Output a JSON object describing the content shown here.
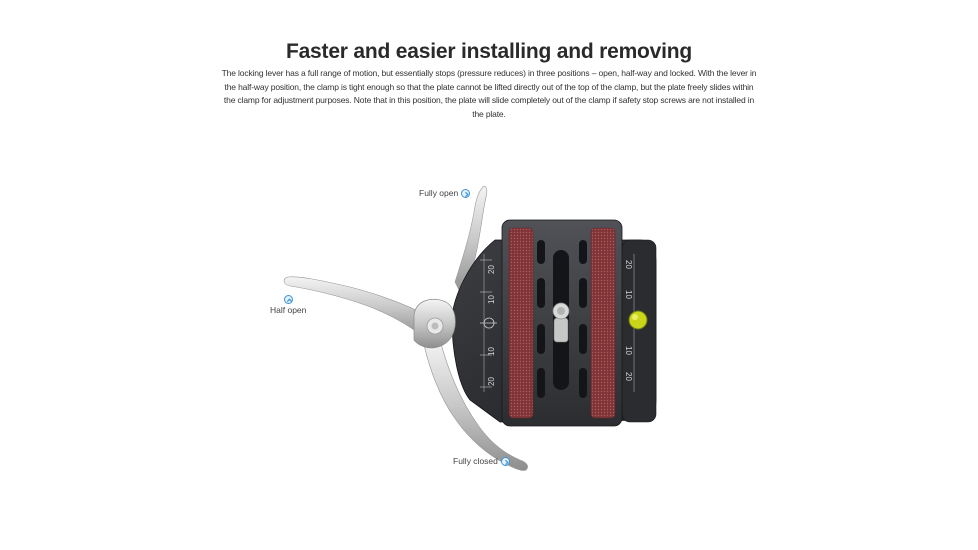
{
  "header": {
    "title": "Faster and easier installing and removing",
    "description": "The locking lever has a full range of motion, but essentially stops (pressure reduces) in three positions – open, half-way and locked. With the lever in the half-way position, the clamp is tight enough so that the plate cannot be lifted directly out of the top of the clamp, but the plate freely slides within the clamp for adjustment purposes. Note that in this position, the plate will slide completely out of the clamp if safety stop screws are not installed in the plate."
  },
  "callouts": {
    "fully_open": "Fully open",
    "half_open": "Half open",
    "fully_closed": "Fully closed"
  },
  "scale": {
    "left_labels": [
      "20",
      "10",
      "10",
      "20"
    ],
    "right_labels": [
      "20",
      "10",
      "10",
      "20"
    ]
  },
  "colors": {
    "accent": "#3a93d6",
    "plate_pad": "#8a3d3f",
    "clamp_body": "#2f3134",
    "bubble_level": "#c9d61a"
  },
  "icons": {
    "callout_arrow": "chevron-circle-icon"
  }
}
